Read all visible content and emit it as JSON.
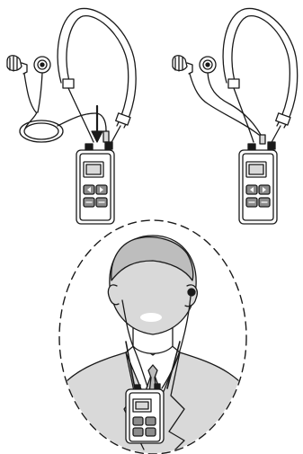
{
  "figure": {
    "panels": [
      {
        "name": "connecting-earphones-step"
      },
      {
        "name": "earphones-connected"
      },
      {
        "name": "wearing-receiver"
      }
    ]
  },
  "colors": {
    "line": "#1a1a1a",
    "shade": "#d9d9d9",
    "shade_dark": "#bdbdbd",
    "screen": "#8c8c8c",
    "background": "#ffffff"
  }
}
